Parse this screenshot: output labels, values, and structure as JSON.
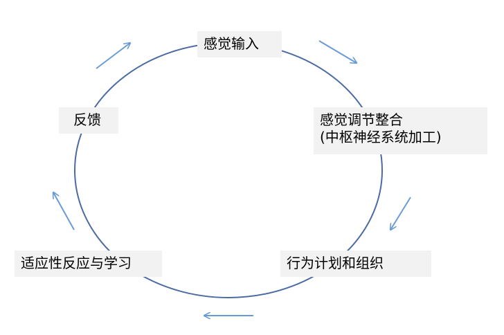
{
  "colors": {
    "cycle_stroke": "#4a6aa2",
    "arrow_stroke": "#6a9ad6",
    "node_background": "#f2f2f2",
    "text": "#000000"
  },
  "nodes": {
    "sensory_input": "感觉输入",
    "sensory_integration": {
      "line1": "感觉调节整合",
      "line2": "(中枢神经系统加工)"
    },
    "action_planning": "行为计划和组织",
    "adaptive_response": "适应性反应与学习",
    "feedback": "反馈"
  }
}
